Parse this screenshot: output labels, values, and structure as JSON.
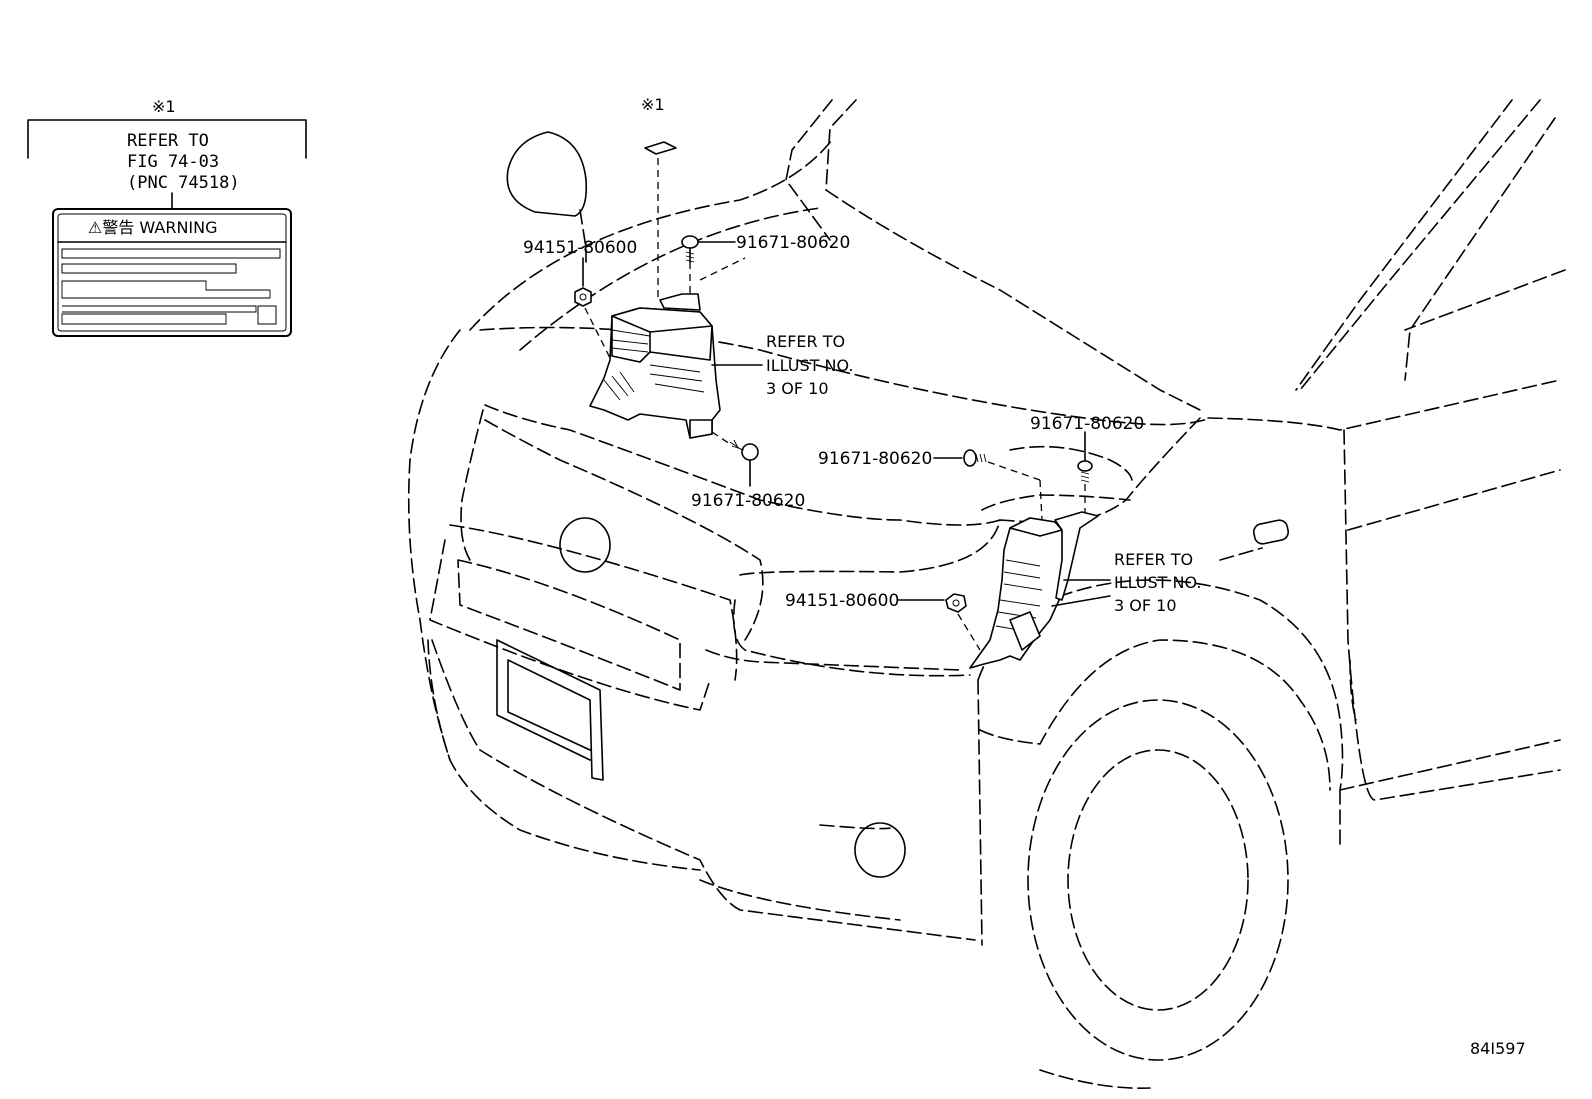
{
  "diagram": {
    "ref_id": "84I597",
    "label_legend": {
      "marker": "※1",
      "refer_line1": "REFER TO",
      "refer_line2": "FIG 74-03",
      "refer_line3": "(PNC 74518)",
      "warning_text": "⚠警告 WARNING"
    },
    "callouts": {
      "top_marker": "※1",
      "nut_left": "94151-80600",
      "bolt_top": "91671-80620",
      "bolt_mid_left": "91671-80620",
      "bolt_right_side": "91671-80620",
      "bolt_right_top": "91671-80620",
      "nut_right": "94151-80600",
      "refer_left": [
        "REFER TO",
        "ILLUST NO.",
        "3 OF 10"
      ],
      "refer_right": [
        "REFER TO",
        "ILLUST NO.",
        "3 OF 10"
      ]
    }
  }
}
